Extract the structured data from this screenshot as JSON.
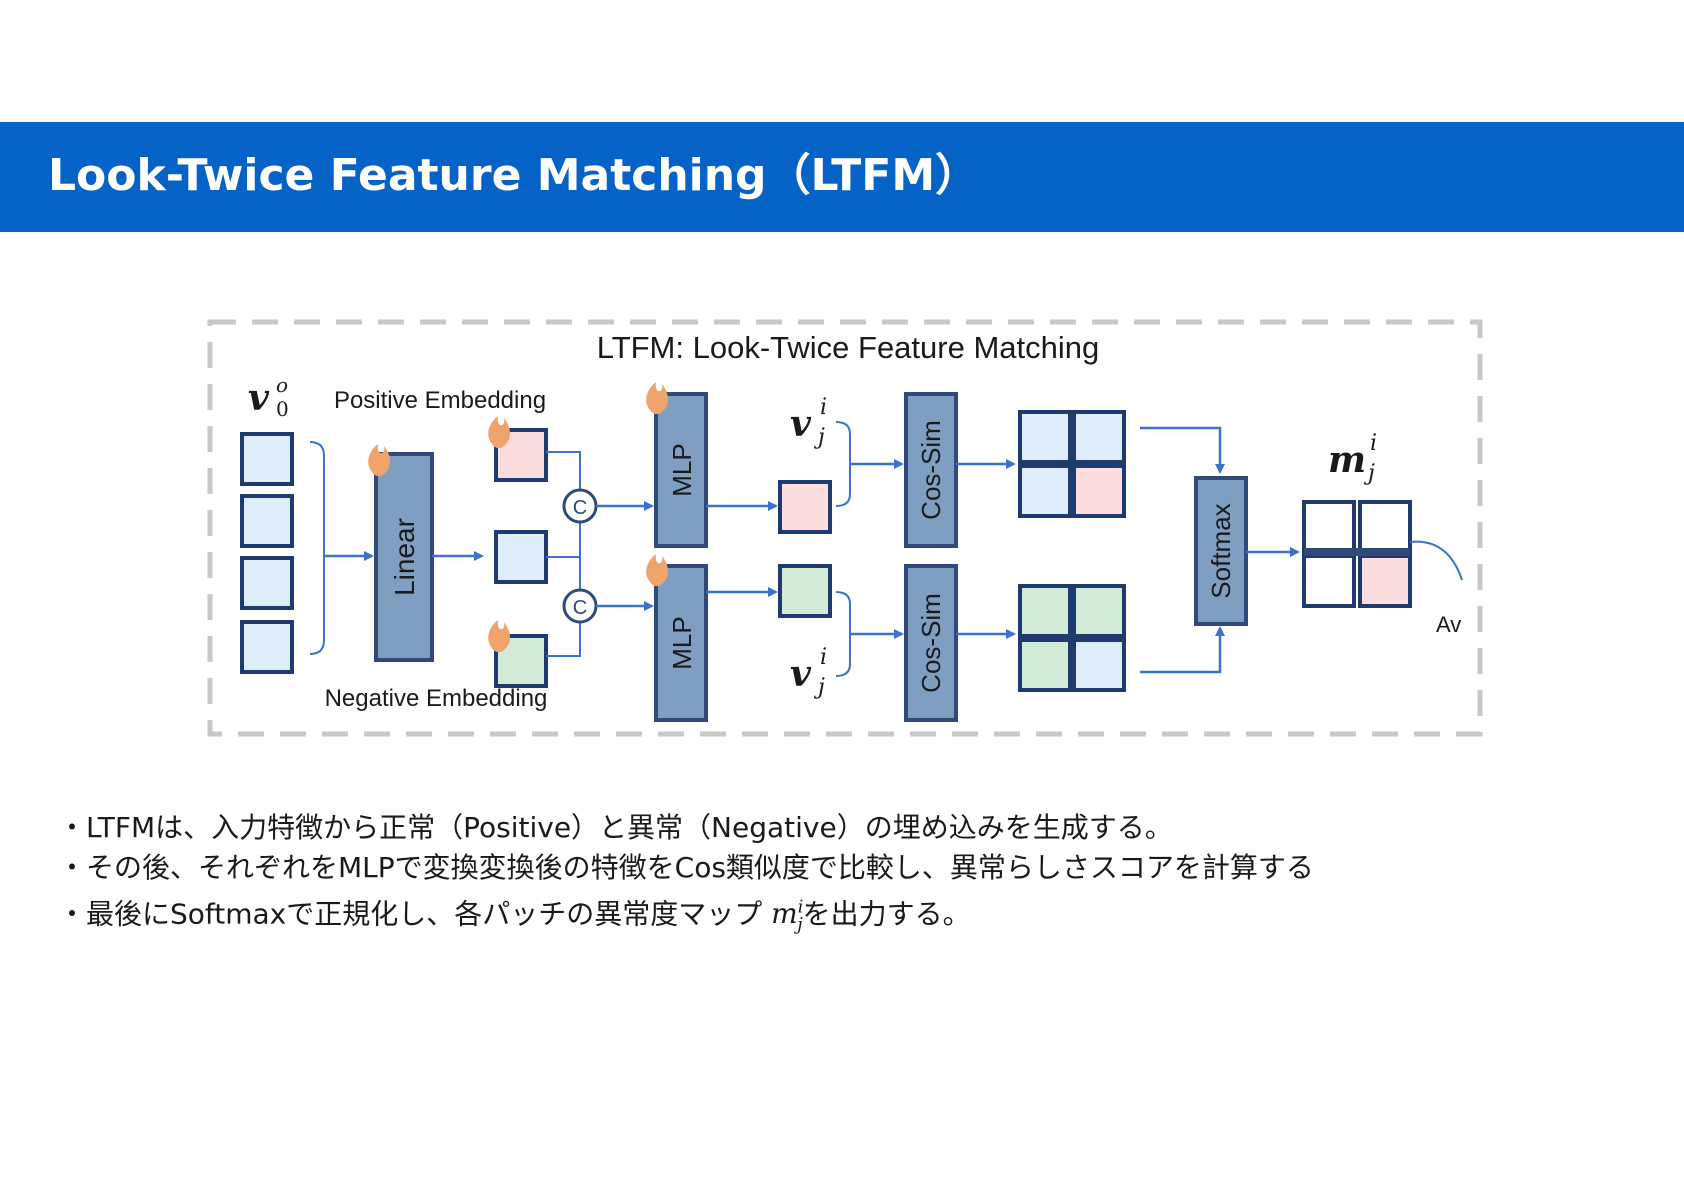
{
  "header": {
    "title": "Look-Twice Feature Matching（LTFM）",
    "bg_color": "#0563c8"
  },
  "diagram": {
    "title": "LTFM: Look-Twice Feature Matching",
    "input_label": "v",
    "input_sup": "o",
    "input_sub": "0",
    "positive_label": "Positive Embedding",
    "negative_label": "Negative Embedding",
    "linear_label": "Linear",
    "mlp_label": "MLP",
    "concat_symbol": "C",
    "vj_label": "v",
    "vj_sup": "i",
    "vj_sub": "j",
    "cossim_label": "Cos-Sim",
    "softmax_label": "Softmax",
    "output_label": "m",
    "output_sup": "i",
    "output_sub": "j",
    "avg_label": "Av",
    "colors": {
      "block_fill": "#7f9fc2",
      "block_stroke": "#2f4a78",
      "cell_stroke": "#1f3a6e",
      "cell_blue": "#ddeefa",
      "cell_pink": "#fbdde0",
      "cell_green": "#d2ebd6",
      "cell_white": "#ffffff",
      "arrow": "#3d72c9",
      "dashed_border": "#c8c8c8",
      "flame": "#f0a36a"
    }
  },
  "bullets": {
    "line1": "・LTFMは、入力特徴から正常（Positive）と異常（Negative）の埋め込みを生成する。",
    "line2": "・その後、それぞれをMLPで変換変換後の特徴をCos類似度で比較し、異常らしさスコアを計算する",
    "line3_before": "・最後にSoftmaxで正規化し、各パッチの異常度マップ",
    "line3_math_base": "m",
    "line3_math_sup": "i",
    "line3_math_sub": "j",
    "line3_after": "を出力する。"
  }
}
